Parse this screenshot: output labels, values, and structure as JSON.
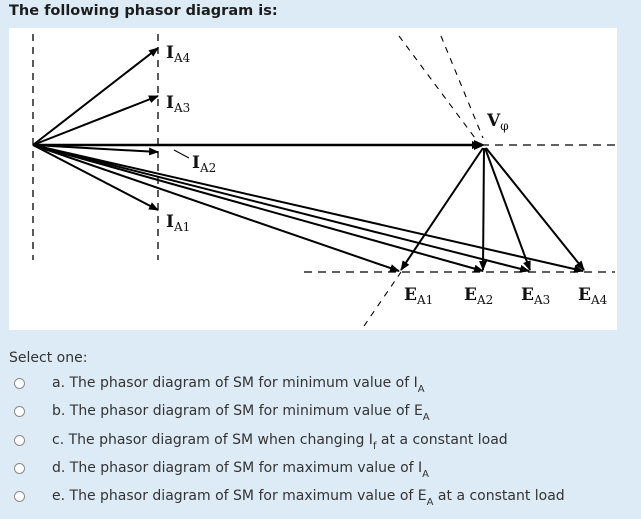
{
  "question": {
    "title": "The following phasor diagram is:"
  },
  "figure": {
    "labels": {
      "ia4": {
        "main": "I",
        "sub": "A4"
      },
      "ia3": {
        "main": "I",
        "sub": "A3"
      },
      "ia2": {
        "main": "I",
        "sub": "A2"
      },
      "ia1": {
        "main": "I",
        "sub": "A1"
      },
      "vphi": {
        "main": "V",
        "sub": "φ"
      },
      "ea1": {
        "main": "E",
        "sub": "A1"
      },
      "ea2": {
        "main": "E",
        "sub": "A2"
      },
      "ea3": {
        "main": "E",
        "sub": "A3"
      },
      "ea4": {
        "main": "E",
        "sub": "A4"
      }
    }
  },
  "prompt": "Select one:",
  "options": [
    {
      "letter": "a.",
      "text": "The phasor diagram of SM for minimum value of I",
      "sub": "A",
      "after": ""
    },
    {
      "letter": "b.",
      "text": "The phasor diagram of SM for minimum value of E",
      "sub": "A",
      "after": ""
    },
    {
      "letter": "c.",
      "text": "The phasor diagram of SM when changing I",
      "sub": "f",
      "after": " at a constant load"
    },
    {
      "letter": "d.",
      "text": "The phasor diagram of SM for maximum value of I",
      "sub": "A",
      "after": ""
    },
    {
      "letter": "e.",
      "text": "The phasor diagram of SM for maximum value of E",
      "sub": "A",
      "after": " at a constant load"
    }
  ]
}
